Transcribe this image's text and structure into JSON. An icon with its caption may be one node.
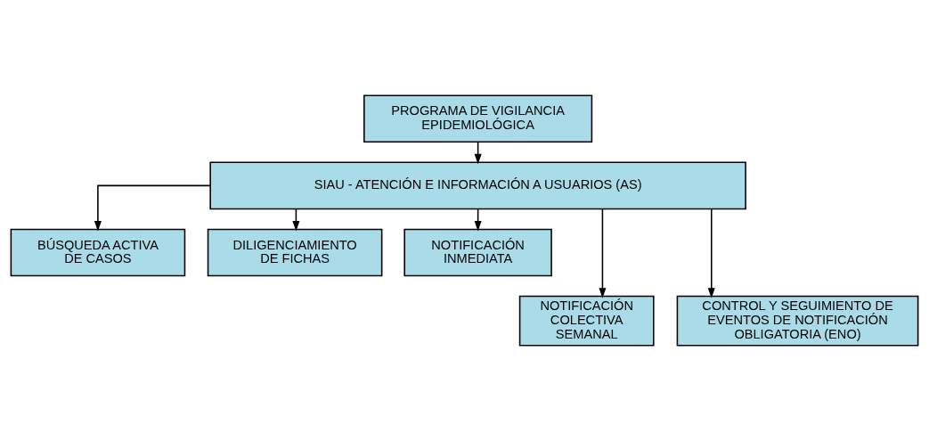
{
  "diagram": {
    "nodes": [
      {
        "text": [
          "PROGRAMA DE VIGILANCIA EPIDEMIOLÓGICA"
        ]
      },
      {
        "text": [
          "SIAU - ATENCIÓN E INFORMACIÓN A USUARIOS (AS)"
        ]
      },
      {
        "text": [
          "BÚSQUEDA ACTIVA DE CASOS"
        ]
      },
      {
        "text": [
          "DILIGENCIAMIENTO DE FICHAS"
        ]
      },
      {
        "text": [
          "NOTIFICACIÓN INMEDIATA"
        ]
      },
      {
        "text": [
          "NOTIFICACIÓN COLECTIVA SEMANAL"
        ]
      },
      {
        "text": [
          "CONTROL Y SEGUIMIENTO DE EVENTOS DE NOTIFICACIÓN OBLIGATORIA (ENO)"
        ]
      }
    ],
    "edges": [
      {
        "from": 0,
        "to": 1,
        "arrow": "to"
      },
      {
        "from": 1,
        "to": 2,
        "arrow": "to"
      },
      {
        "from": 1,
        "to": 5,
        "arrow": "to"
      },
      {
        "from": 1,
        "to": 3,
        "arrow": "to"
      },
      {
        "from": 1,
        "to": 6,
        "arrow": "to"
      },
      {
        "from": 1,
        "to": 4,
        "arrow": "to"
      }
    ]
  }
}
